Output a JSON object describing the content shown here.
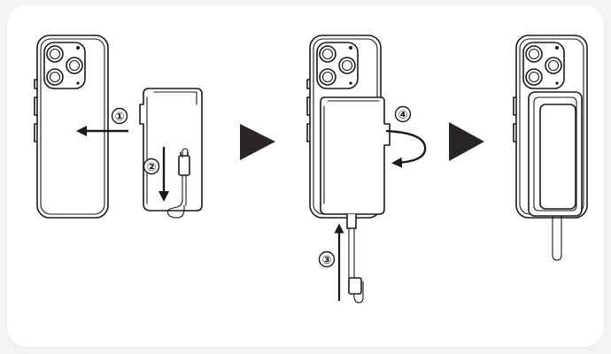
{
  "diagram": {
    "steps": [
      {
        "label": "①"
      },
      {
        "label": "②"
      },
      {
        "label": "③"
      },
      {
        "label": "④"
      }
    ],
    "colors": {
      "line": "#1a1a1a",
      "arrow": "#2a2424",
      "background": "#f4f4f5",
      "panel": "#ffffff"
    },
    "icons": [
      "phone-back-icon",
      "power-bank-icon",
      "cable-icon",
      "play-arrow-icon",
      "rotate-arrow-icon"
    ]
  }
}
